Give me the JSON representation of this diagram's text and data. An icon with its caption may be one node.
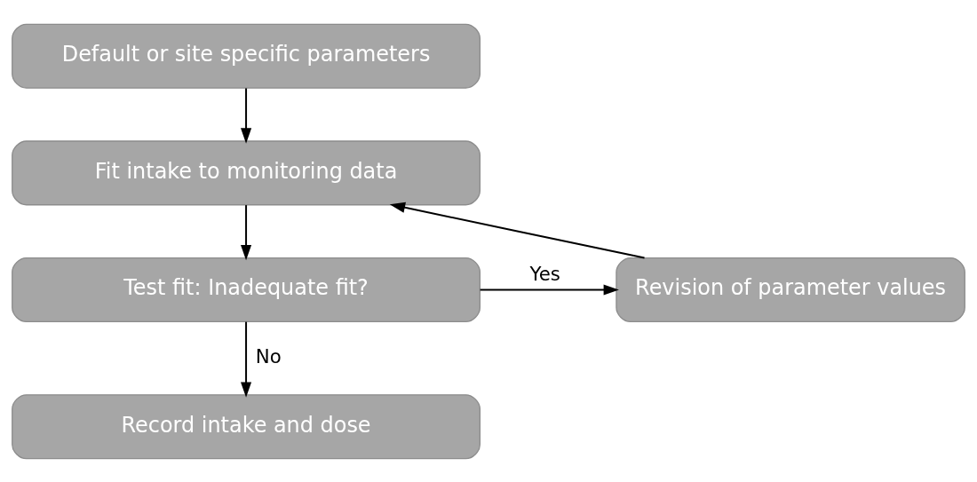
{
  "diagram": {
    "nodes": [
      {
        "text": [
          "Default or site specific parameters"
        ]
      },
      {
        "text": [
          "Fit intake to monitoring data"
        ]
      },
      {
        "text": [
          "Test fit: Inadequate fit?"
        ]
      },
      {
        "text": [
          "Record intake and dose"
        ]
      },
      {
        "text": [
          "Revision of parameter values"
        ]
      }
    ],
    "edges": [
      {
        "from": 0,
        "to": 1,
        "arrow": "to"
      },
      {
        "from": 1,
        "to": 2,
        "arrow": "to"
      },
      {
        "from": 2,
        "to": 3,
        "arrow": "to",
        "label": "No"
      },
      {
        "from": 2,
        "to": 4,
        "arrow": "to",
        "label": "Yes"
      },
      {
        "from": 4,
        "to": 1,
        "arrow": "to"
      }
    ]
  }
}
